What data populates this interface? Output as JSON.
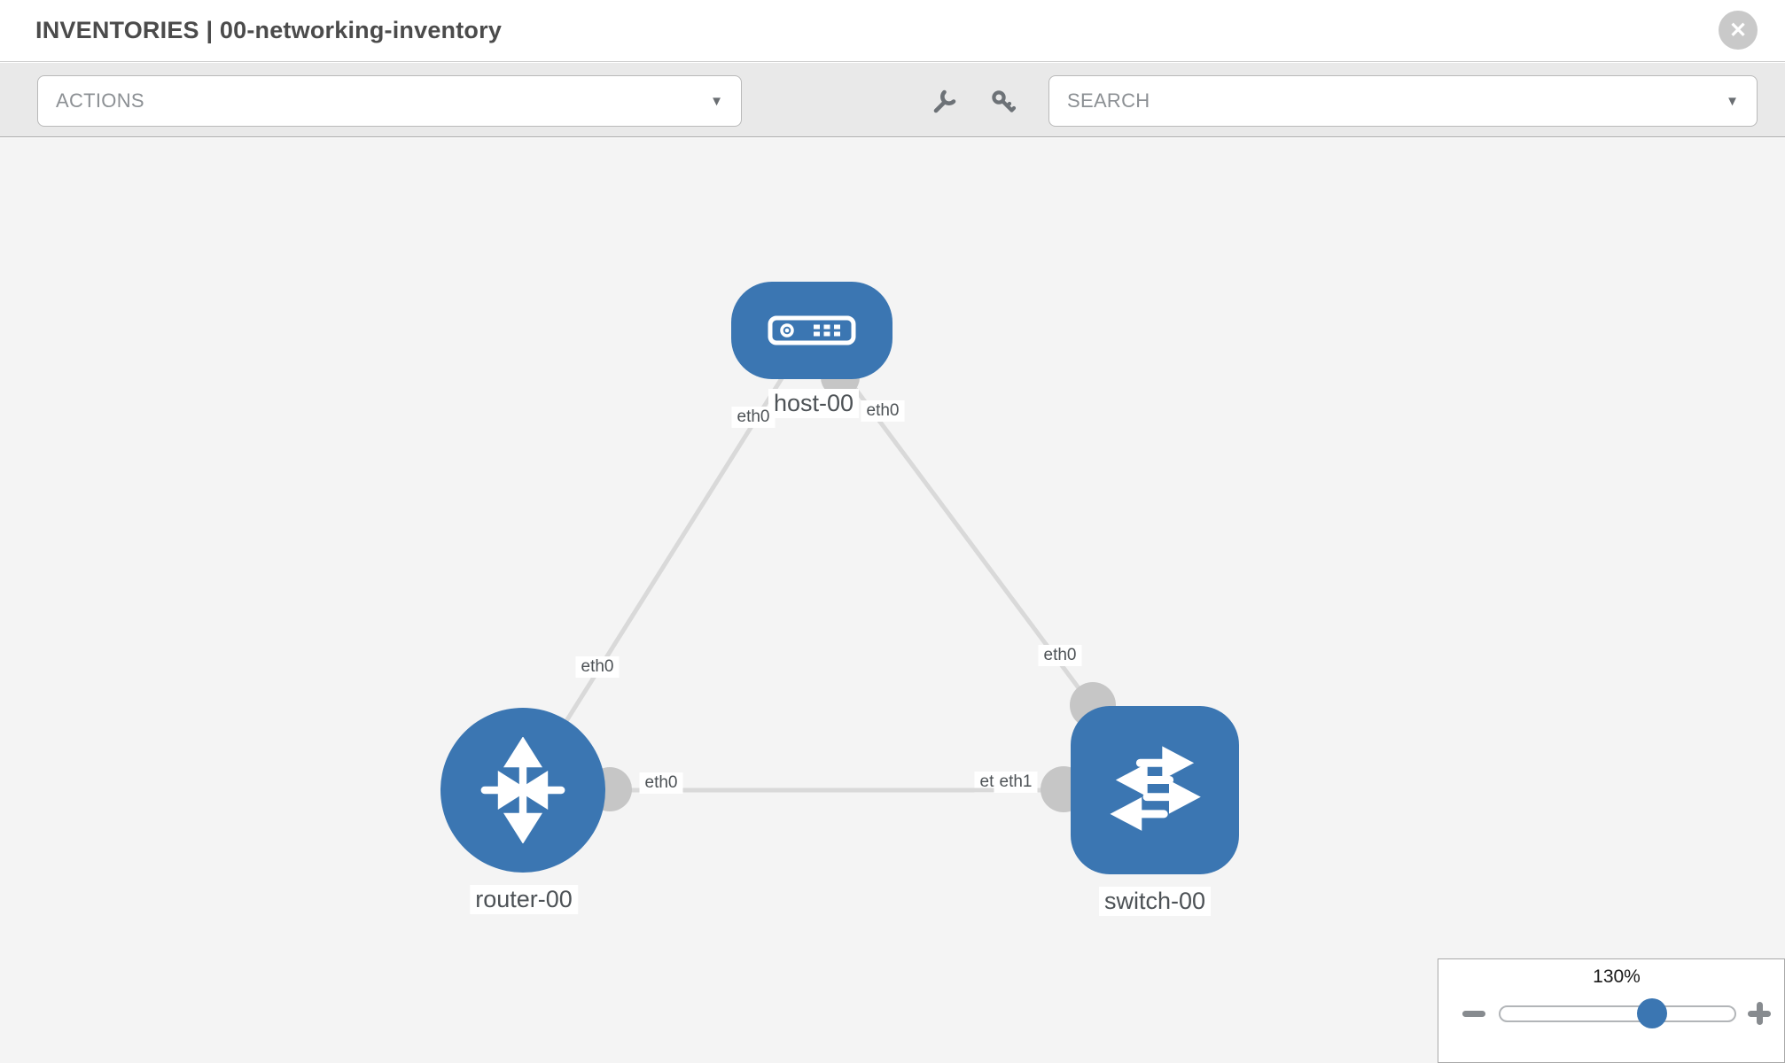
{
  "header": {
    "title": "INVENTORIES | 00-networking-inventory"
  },
  "toolbar": {
    "actions_label": "ACTIONS",
    "search_placeholder": "SEARCH"
  },
  "icons": {
    "close": "✕",
    "caret_down": "▼"
  },
  "topology": {
    "nodes": [
      {
        "label": "host-00",
        "type": "host"
      },
      {
        "label": "router-00",
        "type": "router"
      },
      {
        "label": "switch-00",
        "type": "switch"
      }
    ],
    "links": [
      {
        "source": "host-00",
        "target": "router-00",
        "source_interface": "eth0",
        "target_interface": "eth0"
      },
      {
        "source": "host-00",
        "target": "switch-00",
        "source_interface": "eth0",
        "target_interface": "eth0"
      },
      {
        "source": "router-00",
        "target": "switch-00",
        "source_interface": "eth0",
        "target_interface": "eth1"
      }
    ],
    "interfaces": {
      "host_left": "eth0",
      "host_right": "eth0",
      "router_top": "eth0",
      "router_right": "eth0",
      "switch_top": "eth0",
      "switch_left_under": "eth0",
      "switch_left_over": "eth1"
    }
  },
  "zoom_control": {
    "level": "130%"
  },
  "colors": {
    "node_blue": "#3b76b2",
    "link_gray": "#d9d9d9",
    "port_gray": "#c6c6c6",
    "toolbar_bg": "#e9e9e9",
    "canvas_bg": "#f4f4f4"
  }
}
